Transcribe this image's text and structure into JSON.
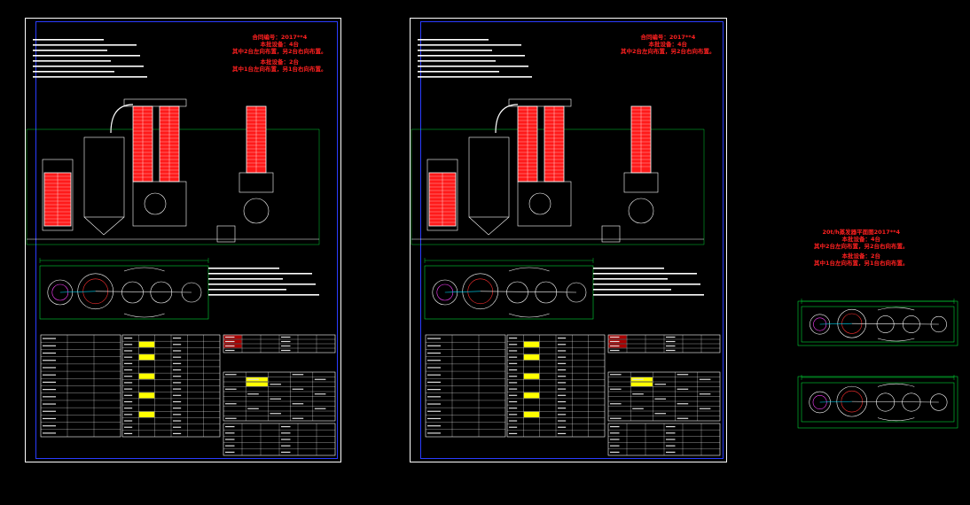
{
  "drawing": {
    "type": "cad-engineering-drawing",
    "sheets": [
      {
        "id": "sheet-1",
        "contract_note": [
          "合同编号：2017**4",
          "本批设备：4台",
          "其中2台左向布置，另2台右向布置。",
          "本批设备：2台",
          "其中1台左向布置，另1台右向布置。"
        ]
      },
      {
        "id": "sheet-2",
        "contract_note": [
          "合同编号：2017**4",
          "本批设备：4台",
          "其中2台左向布置，另2台右向布置。"
        ]
      }
    ],
    "layout_panel": {
      "title_note": [
        "20t/h蒸发器平面图2017**4",
        "本批设备：4台",
        "其中2台左向布置，另2台右向布置。",
        "本批设备：2台",
        "其中1台左向布置，另1台右向布置。"
      ]
    }
  },
  "colors": {
    "background": "#000000",
    "frame": "#ffffff",
    "inner_frame": "#2a3cff",
    "vessel_fill": "#ff1a1a",
    "outline": "#ffffff",
    "green": "#00ff40",
    "cyan": "#00e0ff",
    "yellow": "#ffff00",
    "magenta": "#ff40ff"
  }
}
